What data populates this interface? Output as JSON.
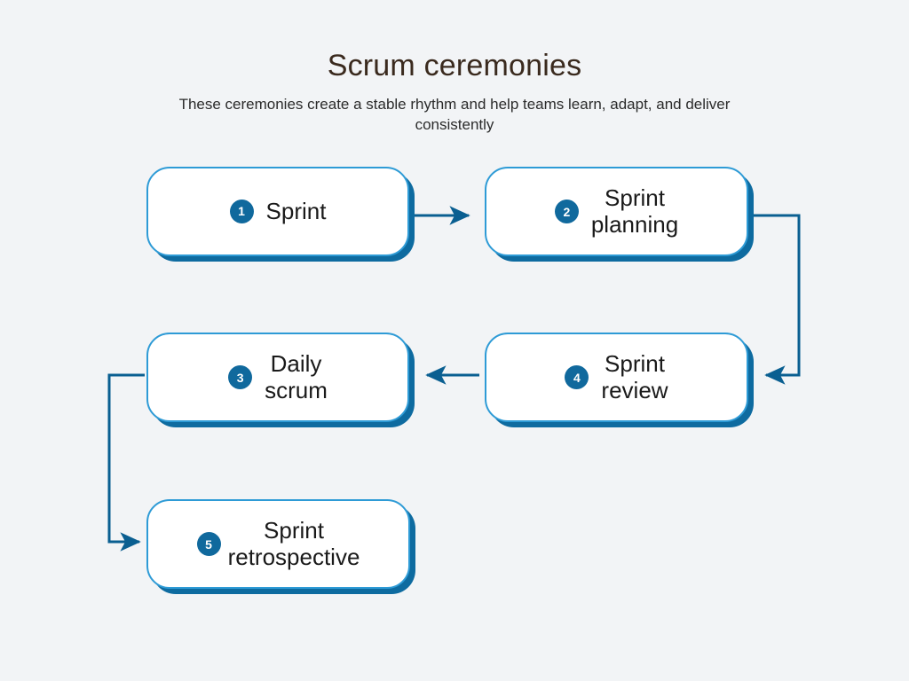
{
  "header": {
    "title": "Scrum ceremonies",
    "subtitle": "These ceremonies create a stable rhythm and help teams learn, adapt, and deliver consistently"
  },
  "colors": {
    "background": "#f2f4f6",
    "title_text": "#3a2a1e",
    "subtitle_text": "#2b2b2b",
    "box_fill": "#ffffff",
    "box_border": "#2e9bd6",
    "box_shadow": "#0e6ba0",
    "badge_fill": "#10699d",
    "badge_text": "#ffffff",
    "label_text": "#1a1a1a",
    "connector": "#0a5f91"
  },
  "diagram": {
    "type": "flowchart",
    "nodes": [
      {
        "number": "1",
        "label": "Sprint"
      },
      {
        "number": "2",
        "label": "Sprint\nplanning"
      },
      {
        "number": "3",
        "label": "Daily\nscrum"
      },
      {
        "number": "4",
        "label": "Sprint\nreview"
      },
      {
        "number": "5",
        "label": "Sprint\nretrospective"
      }
    ],
    "connections": [
      {
        "from": "1",
        "to": "2",
        "style": "straight-right"
      },
      {
        "from": "2",
        "to": "4",
        "style": "elbow-right-down-left"
      },
      {
        "from": "4",
        "to": "3",
        "style": "straight-left"
      },
      {
        "from": "3",
        "to": "5",
        "style": "elbow-left-down-right"
      }
    ]
  }
}
